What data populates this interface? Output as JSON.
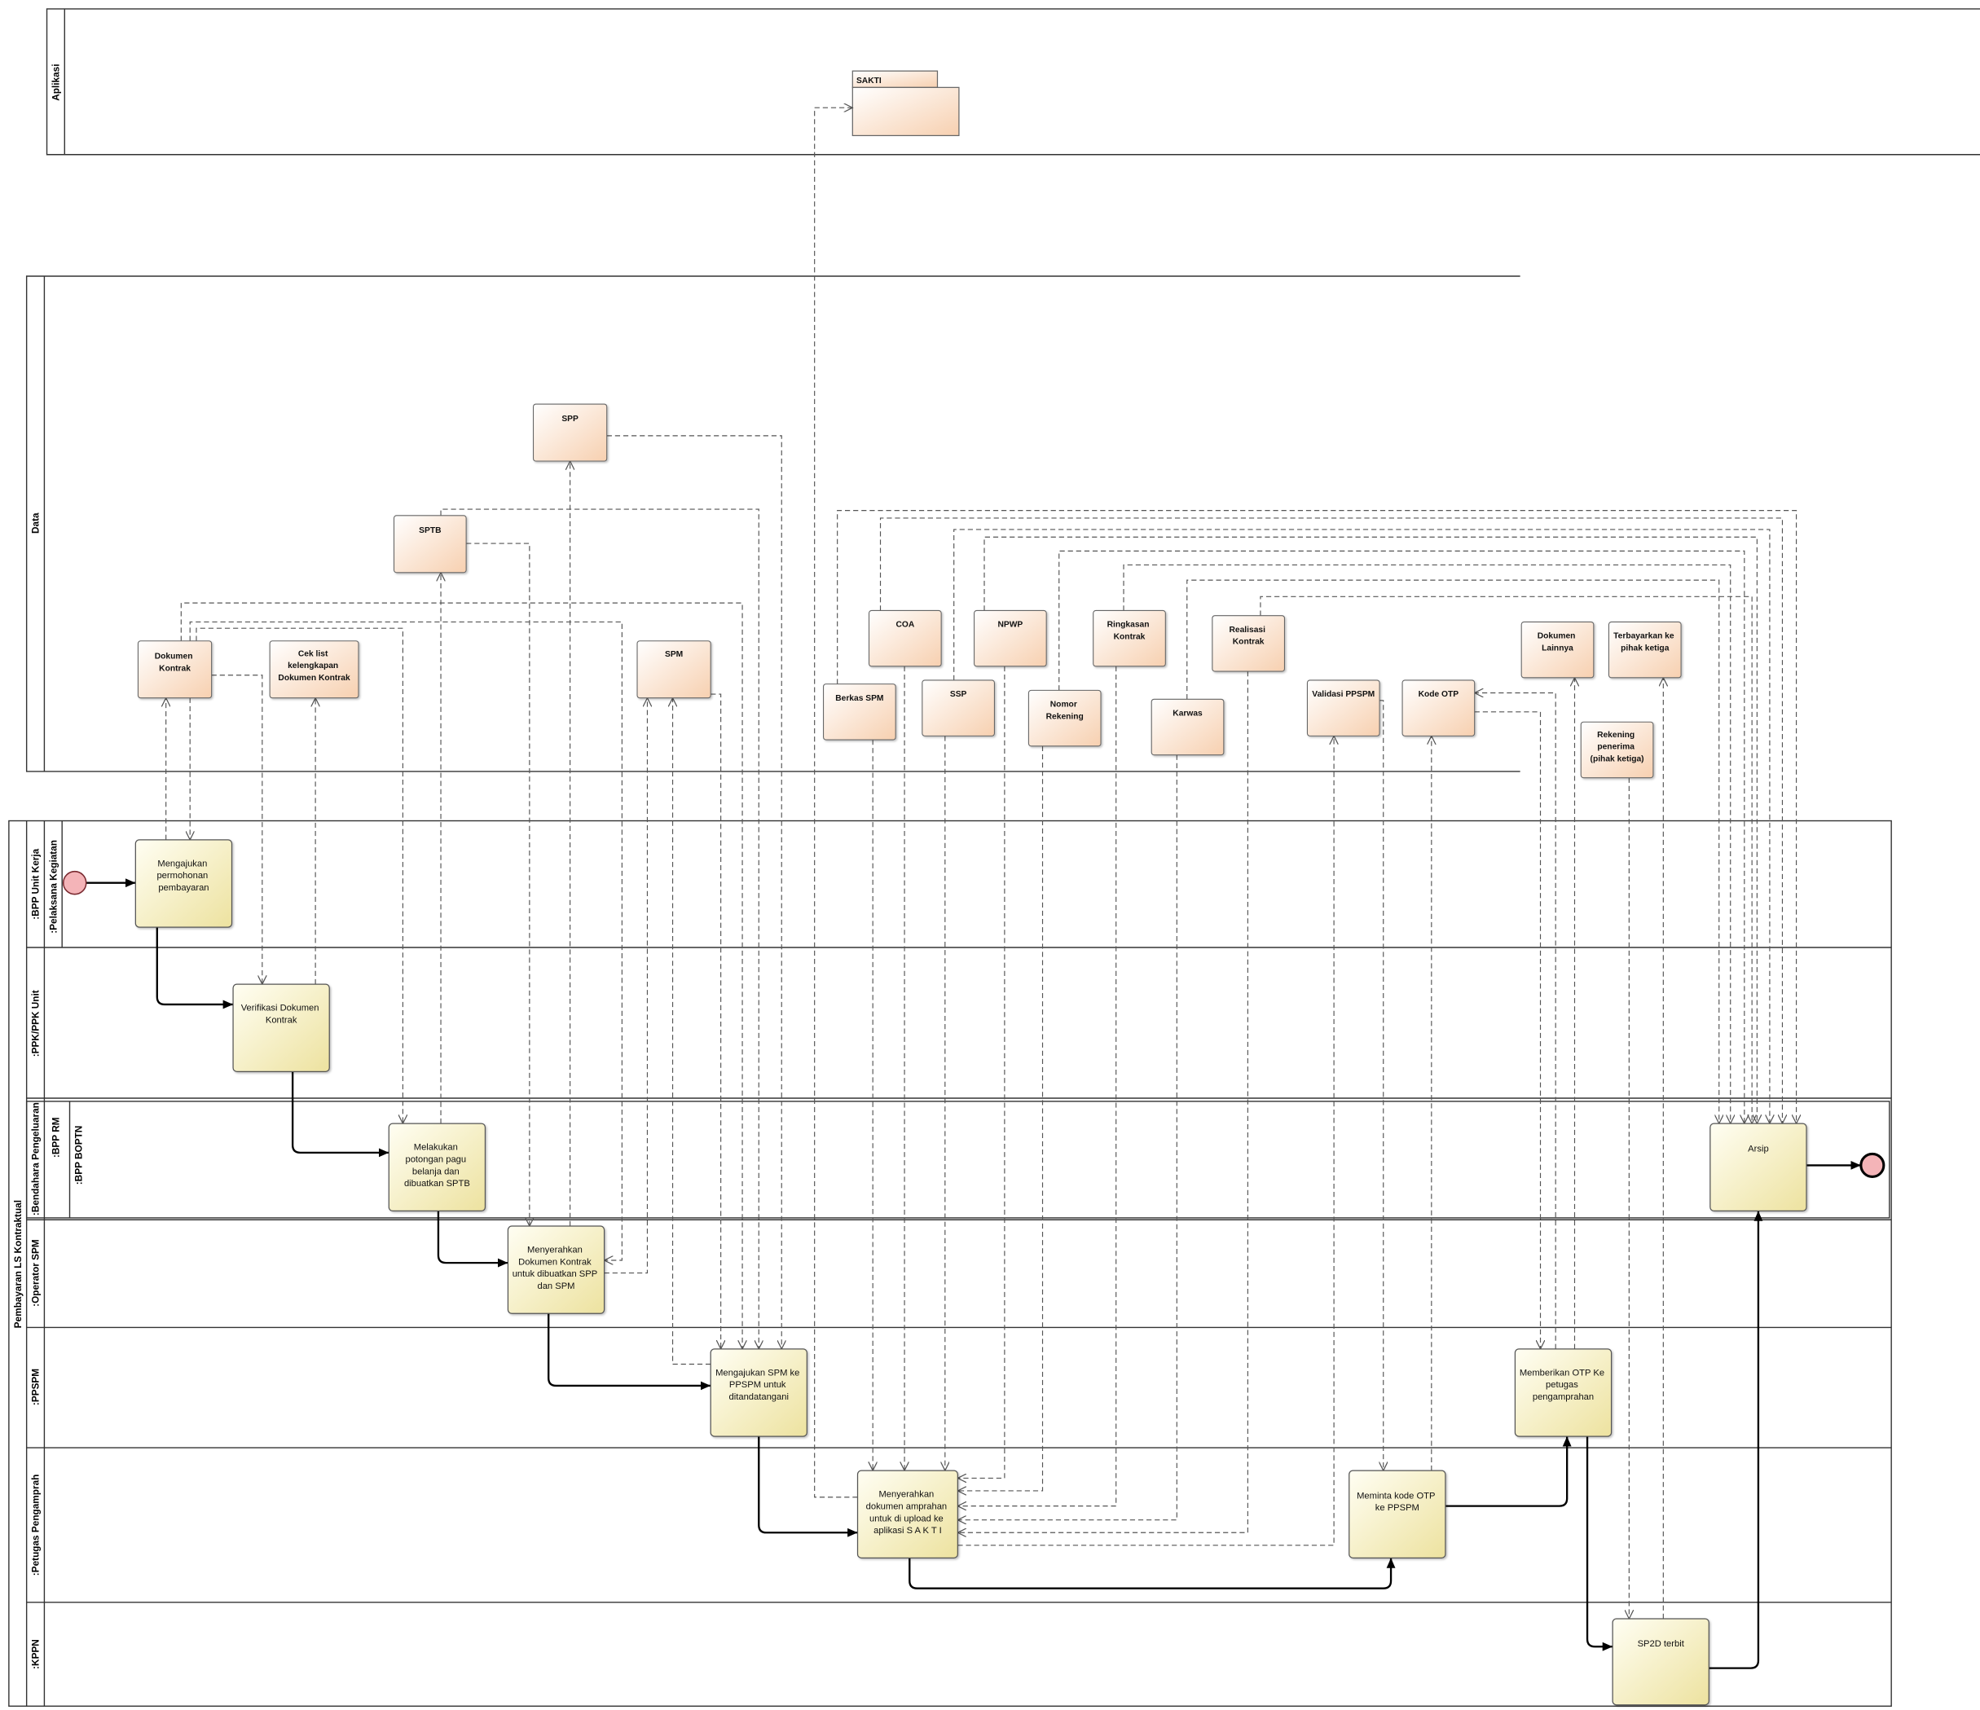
{
  "pools": {
    "aplikasi": "Aplikasi",
    "data": "Data",
    "process": "Pembayaran LS Kontraktual"
  },
  "lanes": {
    "bpp_unit_kerja": ":BPP Unit Kerja",
    "pelaksana_kegiatan": ":Pelaksana Kegiatan",
    "ppk": ":PPK/PPK Unit",
    "bendahara": ":Bendahara Pengeluaran",
    "bpp_rm": ":BPP RM",
    "bpp_boptn": ":BPP BOPTN",
    "operator_spm": ":Operator SPM",
    "ppspm": ":PPSPM",
    "petugas_pengamprah": ":Petugas Pengamprah",
    "kppn": ":KPPN"
  },
  "package": {
    "label": "SAKTI"
  },
  "tasks": {
    "mengajukan_permohonan": [
      "Mengajukan",
      "permohonan",
      "pembayaran"
    ],
    "verifikasi_dokumen": [
      "Verifikasi Dokumen",
      "Kontrak"
    ],
    "melakukan_potongan": [
      "Melakukan",
      "potongan pagu",
      "belanja dan",
      "dibuatkan SPTB"
    ],
    "menyerahkan_dokumen_kontrak": [
      "Menyerahkan",
      "Dokumen Kontrak",
      "untuk dibuatkan SPP",
      "dan SPM"
    ],
    "mengajukan_spm": [
      "Mengajukan SPM ke",
      "PPSPM untuk",
      "ditandatangani"
    ],
    "menyerahkan_amprahan": [
      "Menyerahkan",
      "dokumen amprahan",
      "untuk di upload ke",
      "aplikasi S A K T I"
    ],
    "meminta_kode_otp": [
      "Meminta kode OTP",
      "ke PPSPM"
    ],
    "memberikan_otp": [
      "Memberikan OTP Ke",
      "petugas",
      "pengamprahan"
    ],
    "sp2d_terbit": [
      "SP2D terbit"
    ],
    "arsip": [
      "Arsip"
    ]
  },
  "data_objects": {
    "spp": [
      "SPP"
    ],
    "sptb": [
      "SPTB"
    ],
    "dokumen_kontrak": [
      "Dokumen",
      "Kontrak"
    ],
    "cek_list": [
      "Cek list",
      "kelengkapan",
      "Dokumen Kontrak"
    ],
    "spm": [
      "SPM"
    ],
    "coa": [
      "COA"
    ],
    "npwp": [
      "NPWP"
    ],
    "ringkasan_kontrak": [
      "Ringkasan",
      "Kontrak"
    ],
    "realisasi_kontrak": [
      "Realisasi",
      "Kontrak"
    ],
    "dokumen_lainnya": [
      "Dokumen",
      "Lainnya"
    ],
    "terbayarkan": [
      "Terbayarkan ke",
      "pihak ketiga"
    ],
    "berkas_spm": [
      "Berkas SPM"
    ],
    "ssp": [
      "SSP"
    ],
    "nomor_rekening": [
      "Nomor",
      "Rekening"
    ],
    "karwas": [
      "Karwas"
    ],
    "validasi_ppspm": [
      "Validasi PPSPM"
    ],
    "kode_otp": [
      "Kode OTP"
    ],
    "rekening_penerima": [
      "Rekening",
      "penerima",
      "(pihak ketiga)"
    ]
  },
  "colors": {
    "task_fill_light": "#fffef3",
    "task_fill_dark": "#ede29f",
    "data_fill_light": "#ffffff",
    "data_fill_dark": "#f7d0b0",
    "event_fill": "#f4b4b8",
    "stroke": "#333333"
  }
}
